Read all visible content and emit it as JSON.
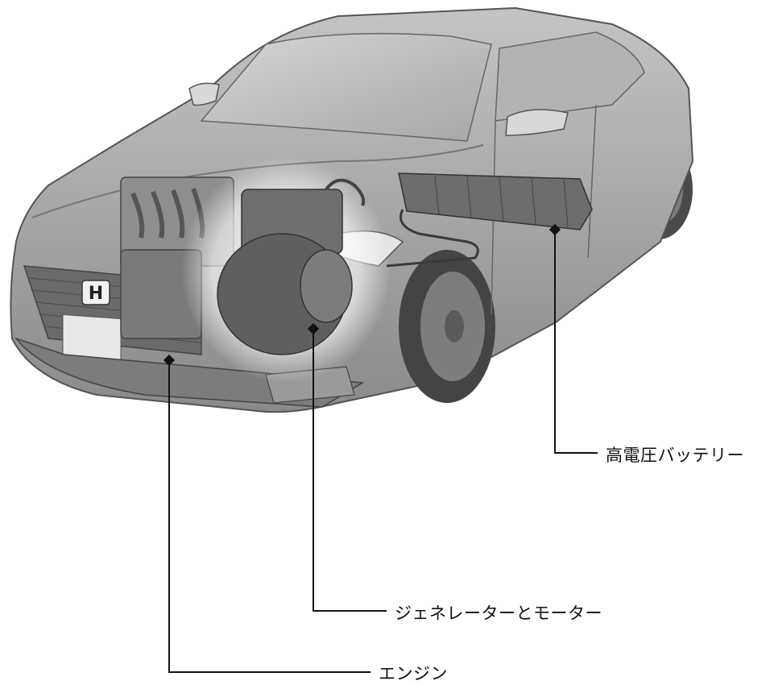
{
  "callouts": {
    "battery": "高電圧バッテリー",
    "motor": "ジェネレーターとモーター",
    "engine": "エンジン"
  },
  "badge": {
    "logo_letter": "H"
  },
  "colors": {
    "body": "#9a9a9a",
    "body_light": "#c8c8c8",
    "body_dark": "#555555",
    "tire": "#4a4a4a",
    "line": "#111111"
  }
}
